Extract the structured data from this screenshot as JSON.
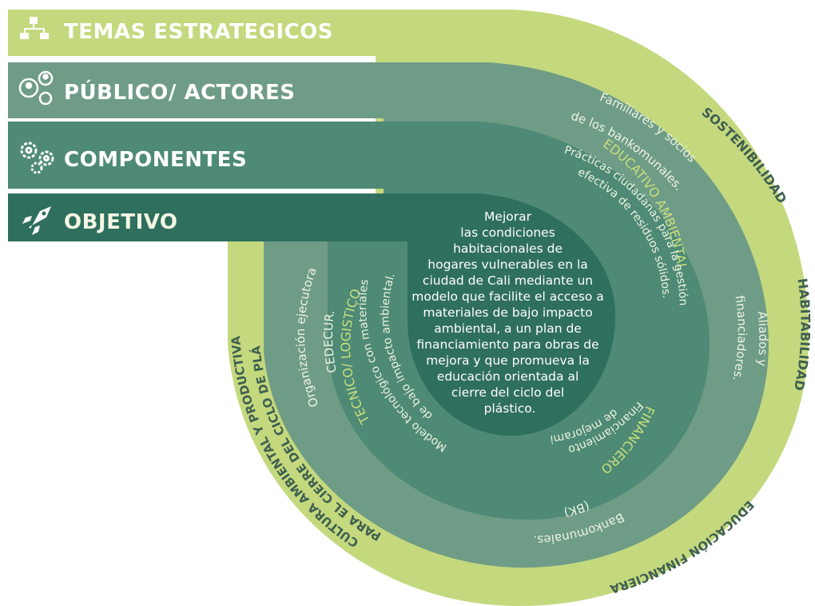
{
  "colors": {
    "outer_ring": "#c4d97e",
    "publico_ring": "#6f9c86",
    "componentes_ring": "#4e8a75",
    "center": "#2f6f5e",
    "comp_label": "#c9df7c"
  },
  "bars": {
    "temas": {
      "label": "TEMAS ESTRATEGICOS",
      "icon": "org-chart-icon"
    },
    "publico": {
      "label": "PÚBLICO/ ACTORES",
      "icon": "people-icon"
    },
    "componentes": {
      "label": "COMPONENTES",
      "icon": "gears-icon"
    },
    "objetivo": {
      "label": "OBJETIVO",
      "icon": "rocket-icon"
    }
  },
  "temas": {
    "sostenibilidad": "SOSTENIBILIDAD",
    "habitabilidad": "HABITABILIDAD",
    "educacion_financiera": "EDUCACIÓN FINANCIERA",
    "cultura_1": "CULTURA AMBIENTAL Y PRODUCTIVA",
    "cultura_2": "PARA EL CIERRE DEL CICLO DE PLÁSTICO"
  },
  "publico": {
    "familiares_1": "Familiares y socios",
    "familiares_2": "de los bankomunales.",
    "aliados_1": "Aliados y",
    "aliados_2": "financiadores.",
    "bankomunales_1": "Bankomunales.",
    "bankomunales_2": "(BK)",
    "organizacion_1": "Organización ejecutora",
    "organizacion_2": "CEDECUR."
  },
  "componentes": {
    "educativo": {
      "title": "EDUCATIVO AMBIENTAL",
      "line1": "Prácticas ciudadanas para la gestión",
      "line2": "efectiva de residuos sólidos."
    },
    "financiero": {
      "title": "FINANCIERO",
      "line1": "Financiamiento obras",
      "line2": "de mejoramiento."
    },
    "tecnico": {
      "title": "TECNICO/ LOGISTICO",
      "line1": "Modelo tecnológico con materiales",
      "line2": "de bajo impacto ambiental."
    }
  },
  "objetivo": {
    "lines": [
      "Mejorar",
      "las condiciones",
      "habitacionales de",
      "hogares vulnerables en la",
      "ciudad de Cali mediante un",
      "modelo que facilite el acceso a",
      "materiales de bajo impacto",
      "ambiental, a un plan de",
      "financiamiento para obras de",
      "mejora  y que promueva la",
      "educación orientada al",
      "cierre del ciclo del",
      "plástico."
    ]
  }
}
